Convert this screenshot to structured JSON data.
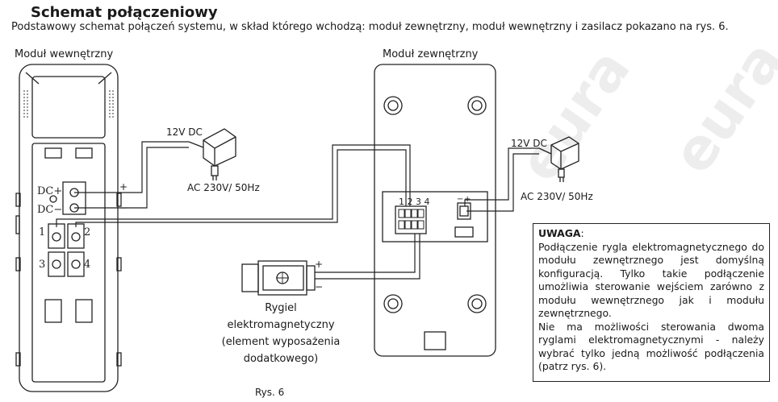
{
  "title": "Schemat połączeniowy",
  "intro": "Podstawowy schemat połączeń systemu, w skład którego wchodzą: moduł zewnętrzny, moduł wewnętrzny i zasilacz pokazano na rys. 6.",
  "indoor_label": "Moduł wewnętrzny",
  "outdoor_label": "Moduł zewnętrzny",
  "psu_left": {
    "dc": "12V DC",
    "ac": "AC 230V/ 50Hz"
  },
  "psu_right": {
    "dc": "12V DC",
    "ac": "AC 230V/ 50Hz"
  },
  "terminals_indoor": {
    "dc_plus": "DC+",
    "dc_minus": "DC−",
    "t1": "1",
    "t2": "2",
    "t3": "3",
    "t4": "4"
  },
  "terminals_outdoor": {
    "numbers": "1 2 3 4"
  },
  "polarity": {
    "plus": "+",
    "minus": "−"
  },
  "lock_caption": "Rygiel elektromagnetyczny (element wyposażenia dodatkowego)",
  "figure_label": "Rys. 6",
  "note": {
    "heading": "UWAGA",
    "para1": "Podłączenie rygla elektromagnetycznego do modułu zewnętrznego jest domyślną konfiguracją. Tylko takie podłączenie umożliwia sterowanie wejściem zarówno z modułu wewnętrznego jak i modułu zewnętrznego.",
    "para2": "Nie ma możliwości sterowania dwoma ryglami elektromagnetycznymi - należy wybrać tylko jedną możliwość podłączenia (patrz rys. 6)."
  },
  "watermark": "eura"
}
